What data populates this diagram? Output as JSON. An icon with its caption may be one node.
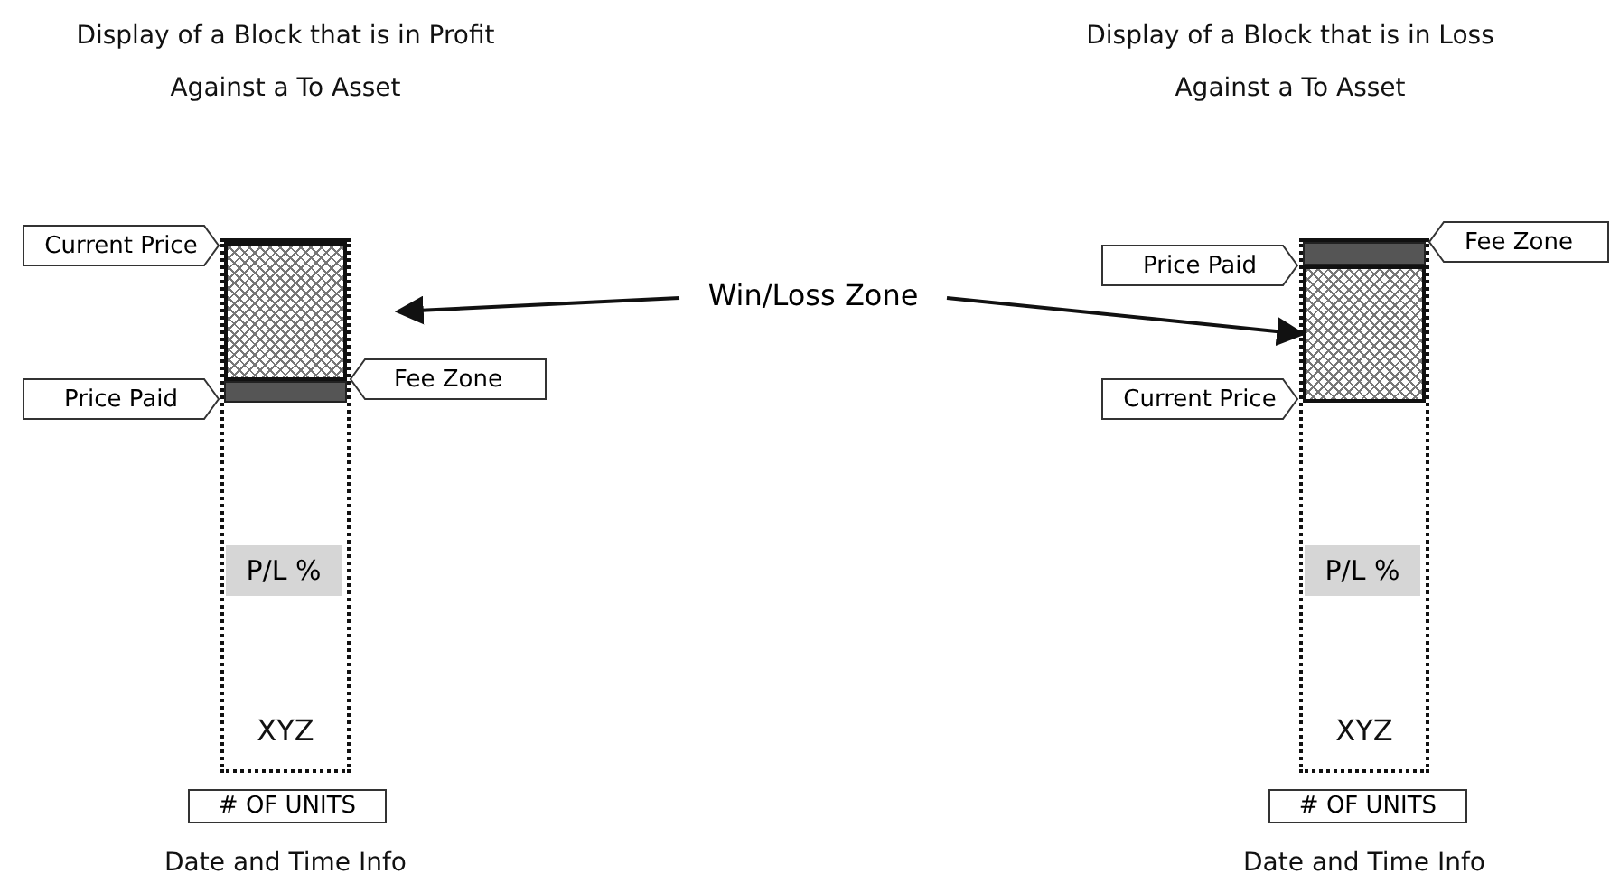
{
  "diagram": {
    "nodes": [
      {
        "text": [
          "XYZ"
        ]
      },
      {
        "text": [],
        "shape": "box",
        "in": 0
      },
      {
        "text": [],
        "shape": "bar",
        "in": 0
      },
      {
        "text": [
          "P/L %"
        ],
        "in": 0
      },
      {
        "text": [
          "Current Price"
        ]
      },
      {
        "text": [
          "Price Paid"
        ]
      },
      {
        "text": [
          "Fee Zone"
        ]
      },
      {
        "text": [
          "# OF UNITS"
        ]
      },
      {
        "text": [
          "XYZ"
        ]
      },
      {
        "text": [],
        "shape": "bar",
        "in": 8
      },
      {
        "text": [],
        "shape": "box",
        "in": 8
      },
      {
        "text": [
          "P/L %"
        ],
        "in": 8
      },
      {
        "text": [
          "Price Paid"
        ]
      },
      {
        "text": [
          "Fee Zone"
        ]
      },
      {
        "text": [
          "Current Price"
        ]
      },
      {
        "text": [
          "# OF UNITS"
        ]
      },
      {
        "text": [
          "Win/Loss Zone"
        ]
      }
    ],
    "edges": [
      {
        "from": 16,
        "to": 1,
        "arrow": "to"
      },
      {
        "from": 16,
        "to": 10,
        "arrow": "to"
      }
    ],
    "labels": [
      "Display of a Block that is in Profit Against a To Asset",
      "Display of a Block that is in Loss Against a To Asset",
      "Date and Time Info",
      "Date and Time Info"
    ]
  }
}
